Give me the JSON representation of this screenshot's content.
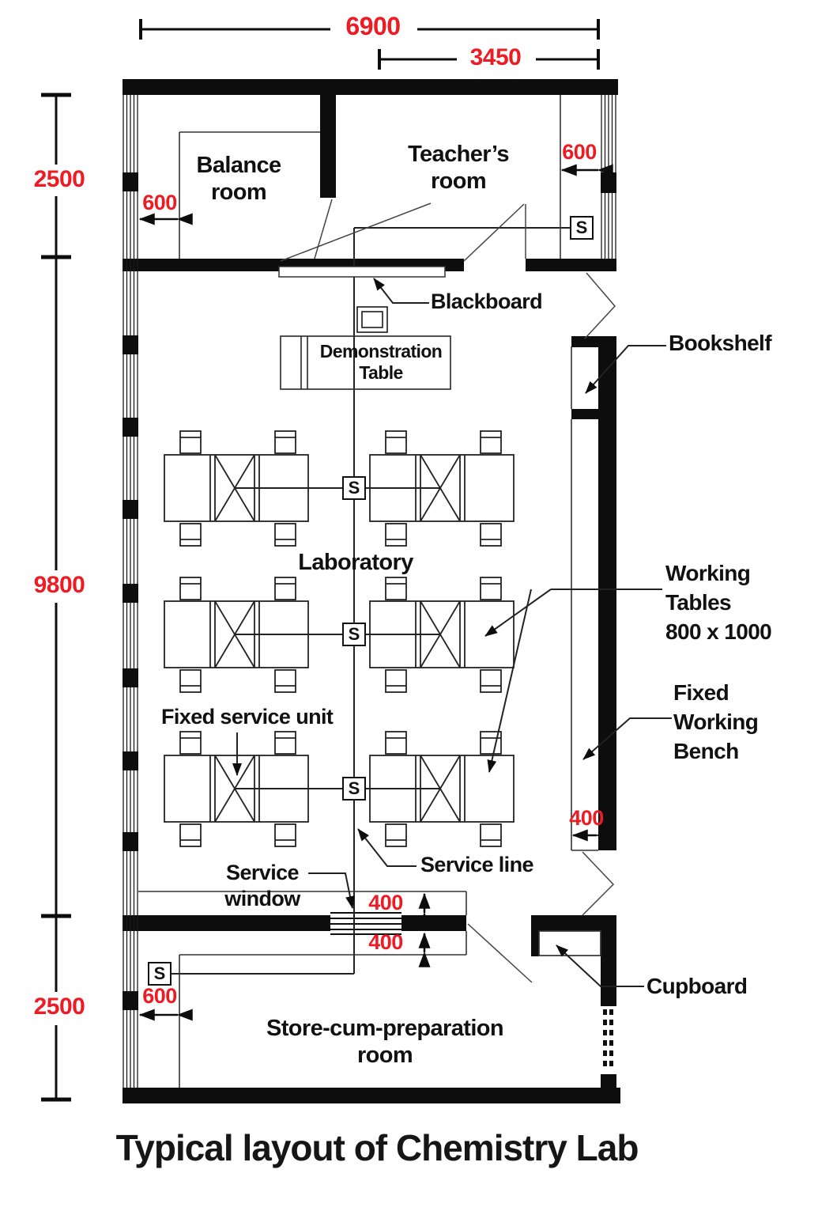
{
  "title": "Typical layout of Chemistry Lab",
  "rooms": {
    "balance": "Balance\nroom",
    "teachers": "Teacher’s\nroom",
    "laboratory": "Laboratory",
    "store": "Store-cum-preparation\nroom"
  },
  "labels": {
    "blackboard": "Blackboard",
    "demonstration_table": "Demonstration\nTable",
    "bookshelf": "Bookshelf",
    "working_tables": "Working\nTables\n800 x 1000",
    "fixed_working_bench": "Fixed\nWorking\nBench",
    "fixed_service_unit": "Fixed service unit",
    "service_line": "Service line",
    "service_window": "Service\nwindow",
    "cupboard": "Cupboard"
  },
  "symbols": {
    "service_point": "S"
  },
  "dimensions": {
    "overall_width": "6900",
    "half_width": "3450",
    "top_rooms_depth": "2500",
    "laboratory_depth": "9800",
    "store_depth": "2500",
    "balance_offset": "600",
    "teacher_offset": "600",
    "store_offset": "600",
    "bench_depth": "400",
    "window_above": "400",
    "window_below": "400"
  },
  "colors": {
    "line": "#0d0d0d",
    "dimension": "#ed1c24"
  }
}
